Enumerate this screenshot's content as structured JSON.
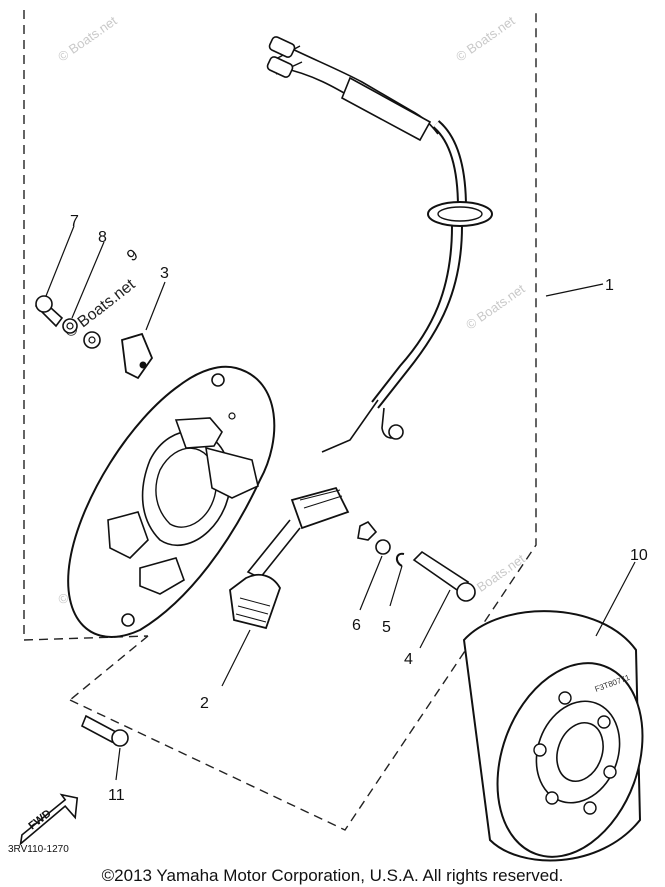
{
  "callouts": [
    {
      "id": "1",
      "label": "1"
    },
    {
      "id": "2",
      "label": "2"
    },
    {
      "id": "3",
      "label": "3"
    },
    {
      "id": "4",
      "label": "4"
    },
    {
      "id": "5",
      "label": "5"
    },
    {
      "id": "6",
      "label": "6"
    },
    {
      "id": "7",
      "label": "7"
    },
    {
      "id": "8",
      "label": "8"
    },
    {
      "id": "9",
      "label": "9"
    },
    {
      "id": "10",
      "label": "10"
    },
    {
      "id": "11",
      "label": "11"
    }
  ],
  "watermark_text": "© Boats.net",
  "watermark_overlay_text": "© Boats.net",
  "drawing_code": "3RV110-1270",
  "fwd_label": "FWD",
  "rotor_marking": "F3T80771",
  "copyright": "©2013 Yamaha Motor Corporation, U.S.A. All rights reserved."
}
